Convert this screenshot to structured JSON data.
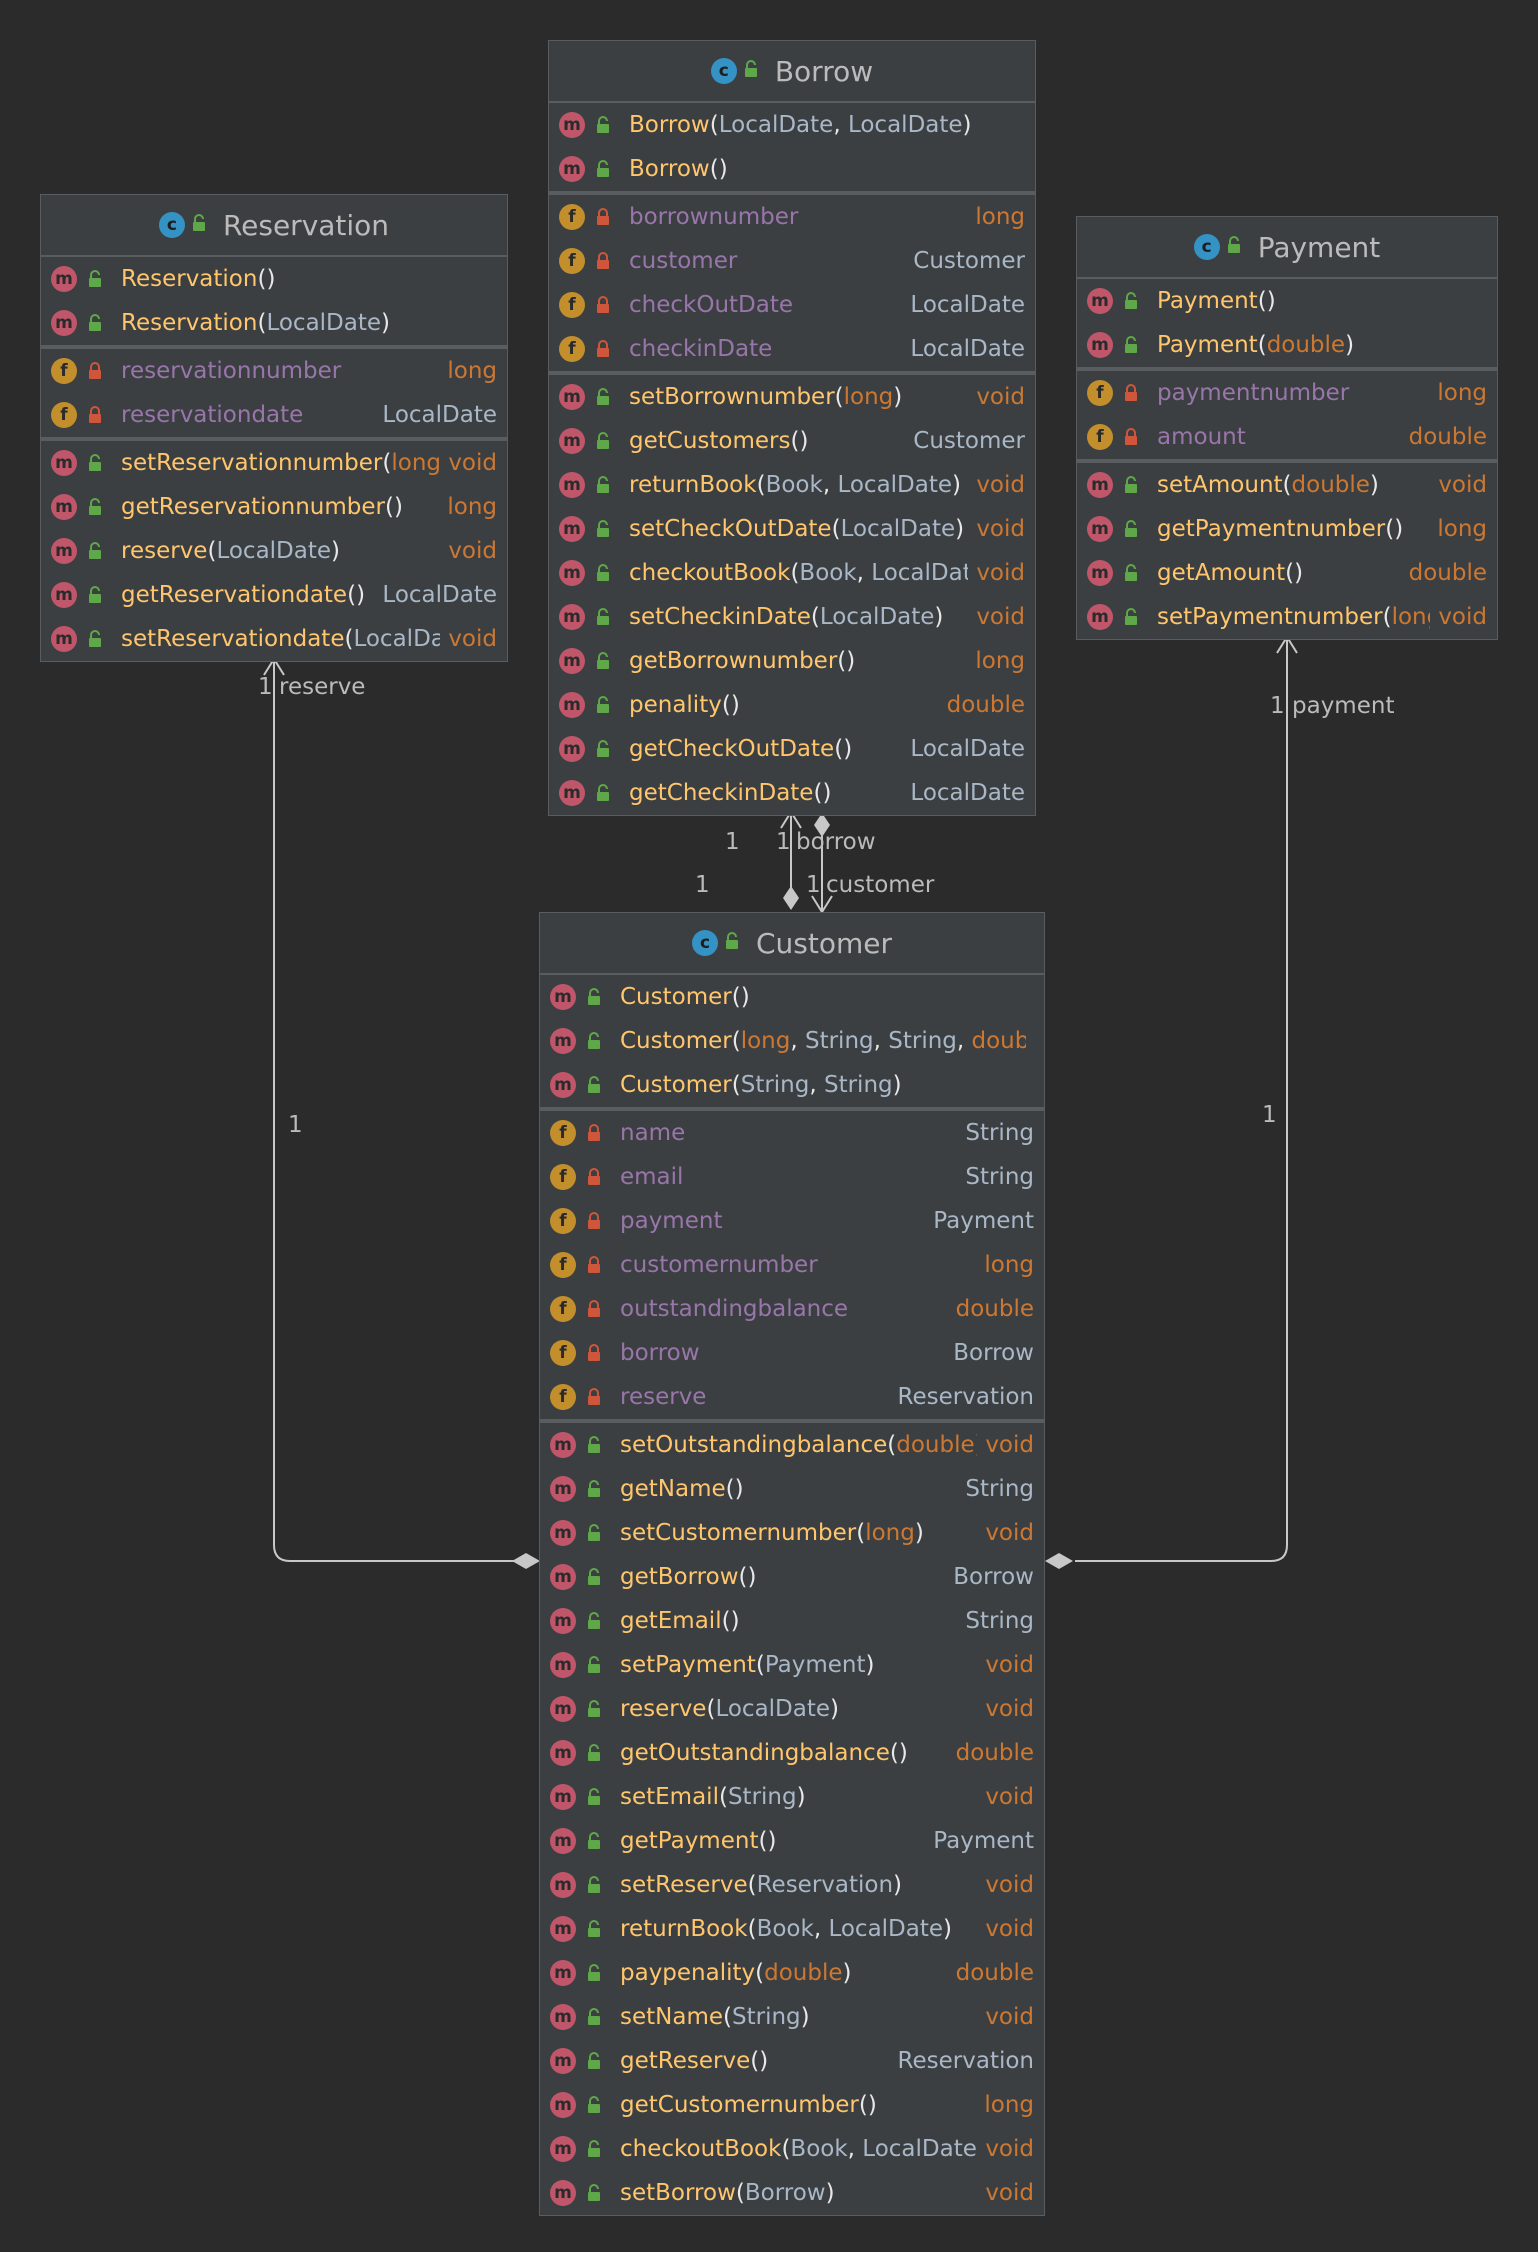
{
  "diagram": {
    "classes": [
      {
        "id": "borrow",
        "name": "Borrow",
        "sections": [
          [
            {
              "kind": "m",
              "name": "Borrow",
              "params": [
                {
                  "t": "LocalDate",
                  "c": "gray"
                },
                {
                  "t": "LocalDate",
                  "c": "gray"
                }
              ],
              "type": "",
              "tc": "gray"
            },
            {
              "kind": "m",
              "name": "Borrow",
              "params": [],
              "type": "",
              "tc": "gray"
            }
          ],
          [
            {
              "kind": "f",
              "name": "borrownumber",
              "type": "long",
              "tc": "orange"
            },
            {
              "kind": "f",
              "name": "customer",
              "type": "Customer",
              "tc": "gray"
            },
            {
              "kind": "f",
              "name": "checkOutDate",
              "type": "LocalDate",
              "tc": "gray"
            },
            {
              "kind": "f",
              "name": "checkinDate",
              "type": "LocalDate",
              "tc": "gray"
            }
          ],
          [
            {
              "kind": "m",
              "name": "setBorrownumber",
              "params": [
                {
                  "t": "long",
                  "c": "orange"
                }
              ],
              "type": "void",
              "tc": "orange"
            },
            {
              "kind": "m",
              "name": "getCustomers",
              "params": [],
              "type": "Customer",
              "tc": "gray"
            },
            {
              "kind": "m",
              "name": "returnBook",
              "params": [
                {
                  "t": "Book",
                  "c": "gray"
                },
                {
                  "t": "LocalDate",
                  "c": "gray"
                }
              ],
              "type": "void",
              "tc": "orange"
            },
            {
              "kind": "m",
              "name": "setCheckOutDate",
              "params": [
                {
                  "t": "LocalDate",
                  "c": "gray"
                }
              ],
              "type": "void",
              "tc": "orange"
            },
            {
              "kind": "m",
              "name": "checkoutBook",
              "params": [
                {
                  "t": "Book",
                  "c": "gray"
                },
                {
                  "t": "LocalDate",
                  "c": "gray"
                }
              ],
              "type": "void",
              "tc": "orange"
            },
            {
              "kind": "m",
              "name": "setCheckinDate",
              "params": [
                {
                  "t": "LocalDate",
                  "c": "gray"
                }
              ],
              "type": "void",
              "tc": "orange"
            },
            {
              "kind": "m",
              "name": "getBorrownumber",
              "params": [],
              "type": "long",
              "tc": "orange"
            },
            {
              "kind": "m",
              "name": "penality",
              "params": [],
              "type": "double",
              "tc": "orange"
            },
            {
              "kind": "m",
              "name": "getCheckOutDate",
              "params": [],
              "type": "LocalDate",
              "tc": "gray"
            },
            {
              "kind": "m",
              "name": "getCheckinDate",
              "params": [],
              "type": "LocalDate",
              "tc": "gray"
            }
          ]
        ]
      },
      {
        "id": "reservation",
        "name": "Reservation",
        "sections": [
          [
            {
              "kind": "m",
              "name": "Reservation",
              "params": [],
              "type": "",
              "tc": "gray"
            },
            {
              "kind": "m",
              "name": "Reservation",
              "params": [
                {
                  "t": "LocalDate",
                  "c": "gray"
                }
              ],
              "type": "",
              "tc": "gray"
            }
          ],
          [
            {
              "kind": "f",
              "name": "reservationnumber",
              "type": "long",
              "tc": "orange"
            },
            {
              "kind": "f",
              "name": "reservationdate",
              "type": "LocalDate",
              "tc": "gray"
            }
          ],
          [
            {
              "kind": "m",
              "name": "setReservationnumber",
              "params": [
                {
                  "t": "long",
                  "c": "orange"
                }
              ],
              "type": "void",
              "tc": "orange"
            },
            {
              "kind": "m",
              "name": "getReservationnumber",
              "params": [],
              "type": "long",
              "tc": "orange"
            },
            {
              "kind": "m",
              "name": "reserve",
              "params": [
                {
                  "t": "LocalDate",
                  "c": "gray"
                }
              ],
              "type": "void",
              "tc": "orange"
            },
            {
              "kind": "m",
              "name": "getReservationdate",
              "params": [],
              "type": "LocalDate",
              "tc": "gray"
            },
            {
              "kind": "m",
              "name": "setReservationdate",
              "params": [
                {
                  "t": "LocalDate",
                  "c": "gray"
                }
              ],
              "type": "void",
              "tc": "orange"
            }
          ]
        ]
      },
      {
        "id": "payment",
        "name": "Payment",
        "sections": [
          [
            {
              "kind": "m",
              "name": "Payment",
              "params": [],
              "type": "",
              "tc": "gray"
            },
            {
              "kind": "m",
              "name": "Payment",
              "params": [
                {
                  "t": "double",
                  "c": "orange"
                }
              ],
              "type": "",
              "tc": "gray"
            }
          ],
          [
            {
              "kind": "f",
              "name": "paymentnumber",
              "type": "long",
              "tc": "orange"
            },
            {
              "kind": "f",
              "name": "amount",
              "type": "double",
              "tc": "orange"
            }
          ],
          [
            {
              "kind": "m",
              "name": "setAmount",
              "params": [
                {
                  "t": "double",
                  "c": "orange"
                }
              ],
              "type": "void",
              "tc": "orange"
            },
            {
              "kind": "m",
              "name": "getPaymentnumber",
              "params": [],
              "type": "long",
              "tc": "orange"
            },
            {
              "kind": "m",
              "name": "getAmount",
              "params": [],
              "type": "double",
              "tc": "orange"
            },
            {
              "kind": "m",
              "name": "setPaymentnumber",
              "params": [
                {
                  "t": "long",
                  "c": "orange"
                }
              ],
              "type": "void",
              "tc": "orange"
            }
          ]
        ]
      },
      {
        "id": "customer",
        "name": "Customer",
        "sections": [
          [
            {
              "kind": "m",
              "name": "Customer",
              "params": [],
              "type": "",
              "tc": "gray"
            },
            {
              "kind": "m",
              "name": "Customer",
              "params": [
                {
                  "t": "long",
                  "c": "orange"
                },
                {
                  "t": "String",
                  "c": "gray"
                },
                {
                  "t": "String",
                  "c": "gray"
                },
                {
                  "t": "double",
                  "c": "orange"
                }
              ],
              "type": "",
              "tc": "gray"
            },
            {
              "kind": "m",
              "name": "Customer",
              "params": [
                {
                  "t": "String",
                  "c": "gray"
                },
                {
                  "t": "String",
                  "c": "gray"
                }
              ],
              "type": "",
              "tc": "gray"
            }
          ],
          [
            {
              "kind": "f",
              "name": "name",
              "type": "String",
              "tc": "gray"
            },
            {
              "kind": "f",
              "name": "email",
              "type": "String",
              "tc": "gray"
            },
            {
              "kind": "f",
              "name": "payment",
              "type": "Payment",
              "tc": "gray"
            },
            {
              "kind": "f",
              "name": "customernumber",
              "type": "long",
              "tc": "orange"
            },
            {
              "kind": "f",
              "name": "outstandingbalance",
              "type": "double",
              "tc": "orange"
            },
            {
              "kind": "f",
              "name": "borrow",
              "type": "Borrow",
              "tc": "gray"
            },
            {
              "kind": "f",
              "name": "reserve",
              "type": "Reservation",
              "tc": "gray"
            }
          ],
          [
            {
              "kind": "m",
              "name": "setOutstandingbalance",
              "params": [
                {
                  "t": "double",
                  "c": "orange"
                }
              ],
              "type": "void",
              "tc": "orange"
            },
            {
              "kind": "m",
              "name": "getName",
              "params": [],
              "type": "String",
              "tc": "gray"
            },
            {
              "kind": "m",
              "name": "setCustomernumber",
              "params": [
                {
                  "t": "long",
                  "c": "orange"
                }
              ],
              "type": "void",
              "tc": "orange"
            },
            {
              "kind": "m",
              "name": "getBorrow",
              "params": [],
              "type": "Borrow",
              "tc": "gray"
            },
            {
              "kind": "m",
              "name": "getEmail",
              "params": [],
              "type": "String",
              "tc": "gray"
            },
            {
              "kind": "m",
              "name": "setPayment",
              "params": [
                {
                  "t": "Payment",
                  "c": "gray"
                }
              ],
              "type": "void",
              "tc": "orange"
            },
            {
              "kind": "m",
              "name": "reserve",
              "params": [
                {
                  "t": "LocalDate",
                  "c": "gray"
                }
              ],
              "type": "void",
              "tc": "orange"
            },
            {
              "kind": "m",
              "name": "getOutstandingbalance",
              "params": [],
              "type": "double",
              "tc": "orange"
            },
            {
              "kind": "m",
              "name": "setEmail",
              "params": [
                {
                  "t": "String",
                  "c": "gray"
                }
              ],
              "type": "void",
              "tc": "orange"
            },
            {
              "kind": "m",
              "name": "getPayment",
              "params": [],
              "type": "Payment",
              "tc": "gray"
            },
            {
              "kind": "m",
              "name": "setReserve",
              "params": [
                {
                  "t": "Reservation",
                  "c": "gray"
                }
              ],
              "type": "void",
              "tc": "orange"
            },
            {
              "kind": "m",
              "name": "returnBook",
              "params": [
                {
                  "t": "Book",
                  "c": "gray"
                },
                {
                  "t": "LocalDate",
                  "c": "gray"
                }
              ],
              "type": "void",
              "tc": "orange"
            },
            {
              "kind": "m",
              "name": "paypenality",
              "params": [
                {
                  "t": "double",
                  "c": "orange"
                }
              ],
              "type": "double",
              "tc": "orange"
            },
            {
              "kind": "m",
              "name": "setName",
              "params": [
                {
                  "t": "String",
                  "c": "gray"
                }
              ],
              "type": "void",
              "tc": "orange"
            },
            {
              "kind": "m",
              "name": "getReserve",
              "params": [],
              "type": "Reservation",
              "tc": "gray"
            },
            {
              "kind": "m",
              "name": "getCustomernumber",
              "params": [],
              "type": "long",
              "tc": "orange"
            },
            {
              "kind": "m",
              "name": "checkoutBook",
              "params": [
                {
                  "t": "Book",
                  "c": "gray"
                },
                {
                  "t": "LocalDate",
                  "c": "gray"
                }
              ],
              "type": "void",
              "tc": "orange"
            },
            {
              "kind": "m",
              "name": "setBorrow",
              "params": [
                {
                  "t": "Borrow",
                  "c": "gray"
                }
              ],
              "type": "void",
              "tc": "orange"
            }
          ]
        ]
      }
    ],
    "edge_labels": {
      "reserve_mult": "1",
      "reserve_role": "reserve",
      "reserve_owner_mult": "1",
      "payment_mult": "1",
      "payment_role": "payment",
      "payment_owner_mult": "1",
      "borrow_owner_mult": "1",
      "borrow_mult": "1",
      "borrow_role": "borrow",
      "customer_owner_mult": "1",
      "customer_mult": "1",
      "customer_role": "customer"
    },
    "colors": {
      "background": "#2b2b2b",
      "box": "#3c3f41",
      "border": "#5a5d5f",
      "method_name": "#ffc66d",
      "field_name": "#9876aa",
      "keyword_type": "#cc7832",
      "ref_type": "#a9b7c6",
      "edge": "#c8c8c8"
    }
  }
}
